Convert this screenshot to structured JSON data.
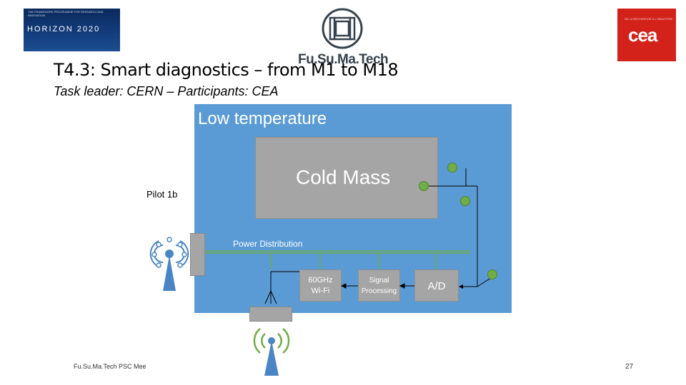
{
  "logos": {
    "horizon_small": "THE FRAMEWORK PROGRAMME FOR RESEARCH AND INNOVATION",
    "horizon_big": "HORIZON 2020",
    "fusumatech": "Fu.Su.Ma.Tech",
    "cea_small": "DE LA RECHERCHE À L'INDUSTRIE",
    "cea": "cea"
  },
  "slide": {
    "title": "T4.3: Smart diagnostics – from M1 to M18",
    "subtitle": "Task leader: CERN – Participants: CEA",
    "footer": "Fu.Su.Ma.Tech PSC Mee",
    "page_number": "27"
  },
  "diagram": {
    "zone_label": "Low temperature",
    "cold_mass": "Cold Mass",
    "power_distribution": "Power Distribution",
    "wifi_line1": "60GHz",
    "wifi_line2": "Wi-Fi",
    "signal_line1": "Signal",
    "signal_line2": "Processing",
    "ad": "A/D",
    "pilot": "Pilot 1b"
  },
  "colors": {
    "diagram_bg": "#5b9bd5",
    "box_gray": "#a5a5a5",
    "line_green": "#70ad47",
    "antenna_blue": "#4a86c5",
    "cea_red": "#d3221a"
  }
}
